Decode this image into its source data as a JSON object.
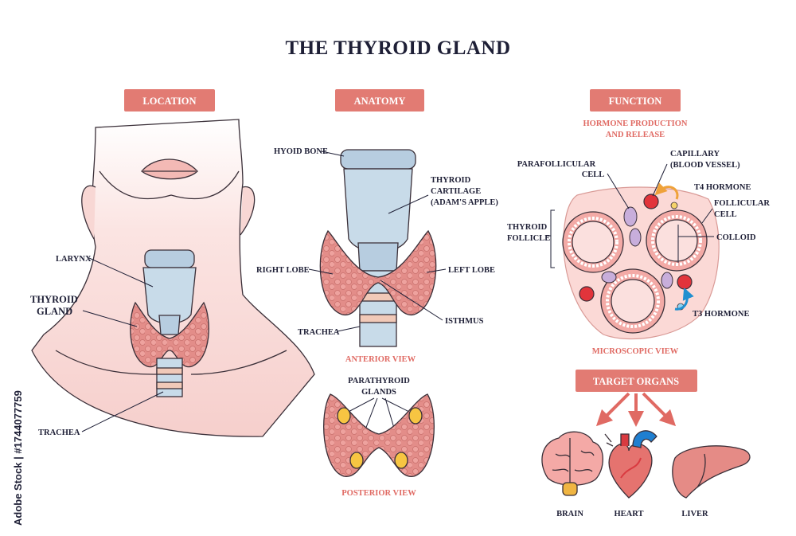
{
  "title": "THE THYROID GLAND",
  "sections": {
    "location": "LOCATION",
    "anatomy": "ANATOMY",
    "function": "FUNCTION"
  },
  "location_labels": {
    "larynx": "LARYNX",
    "thyroid_gland_line1": "THYROID",
    "thyroid_gland_line2": "GLAND",
    "trachea": "TRACHEA"
  },
  "anatomy_labels": {
    "hyoid_bone": "HYOID BONE",
    "thyroid_cartilage_line1": "THYROID",
    "thyroid_cartilage_line2": "CARTILAGE",
    "thyroid_cartilage_line3": "(ADAM'S APPLE)",
    "right_lobe": "RIGHT LOBE",
    "left_lobe": "LEFT LOBE",
    "trachea": "TRACHEA",
    "isthmus": "ISTHMUS",
    "anterior_view": "ANTERIOR VIEW",
    "parathyroid_line1": "PARATHYROID",
    "parathyroid_line2": "GLANDS",
    "posterior_view": "POSTERIOR VIEW"
  },
  "function_labels": {
    "subtitle_line1": "HORMONE PRODUCTION",
    "subtitle_line2": "AND RELEASE",
    "parafollicular_line1": "PARAFOLLICULAR",
    "parafollicular_line2": "CELL",
    "capillary_line1": "CAPILLARY",
    "capillary_line2": "(BLOOD VESSEL)",
    "t4_hormone": "T4 HORMONE",
    "follicular_line1": "FOLLICULAR",
    "follicular_line2": "CELL",
    "thyroid_follicle_line1": "THYROID",
    "thyroid_follicle_line2": "FOLLICLE",
    "colloid": "COLLOID",
    "t3_hormone": "T3 HORMONE",
    "microscopic_view": "MICROSCOPIC VIEW",
    "target_organs": "TARGET ORGANS",
    "brain": "BRAIN",
    "heart": "HEART",
    "liver": "LIVER"
  },
  "watermark": "Adobe Stock | #1744077759",
  "colors": {
    "badge": "#e27b73",
    "tissue": "#e6908c",
    "cartilage": "#b7cde0",
    "skin": "#f9dcda",
    "ink": "#1e1f36",
    "accent_text": "#e06a63"
  }
}
